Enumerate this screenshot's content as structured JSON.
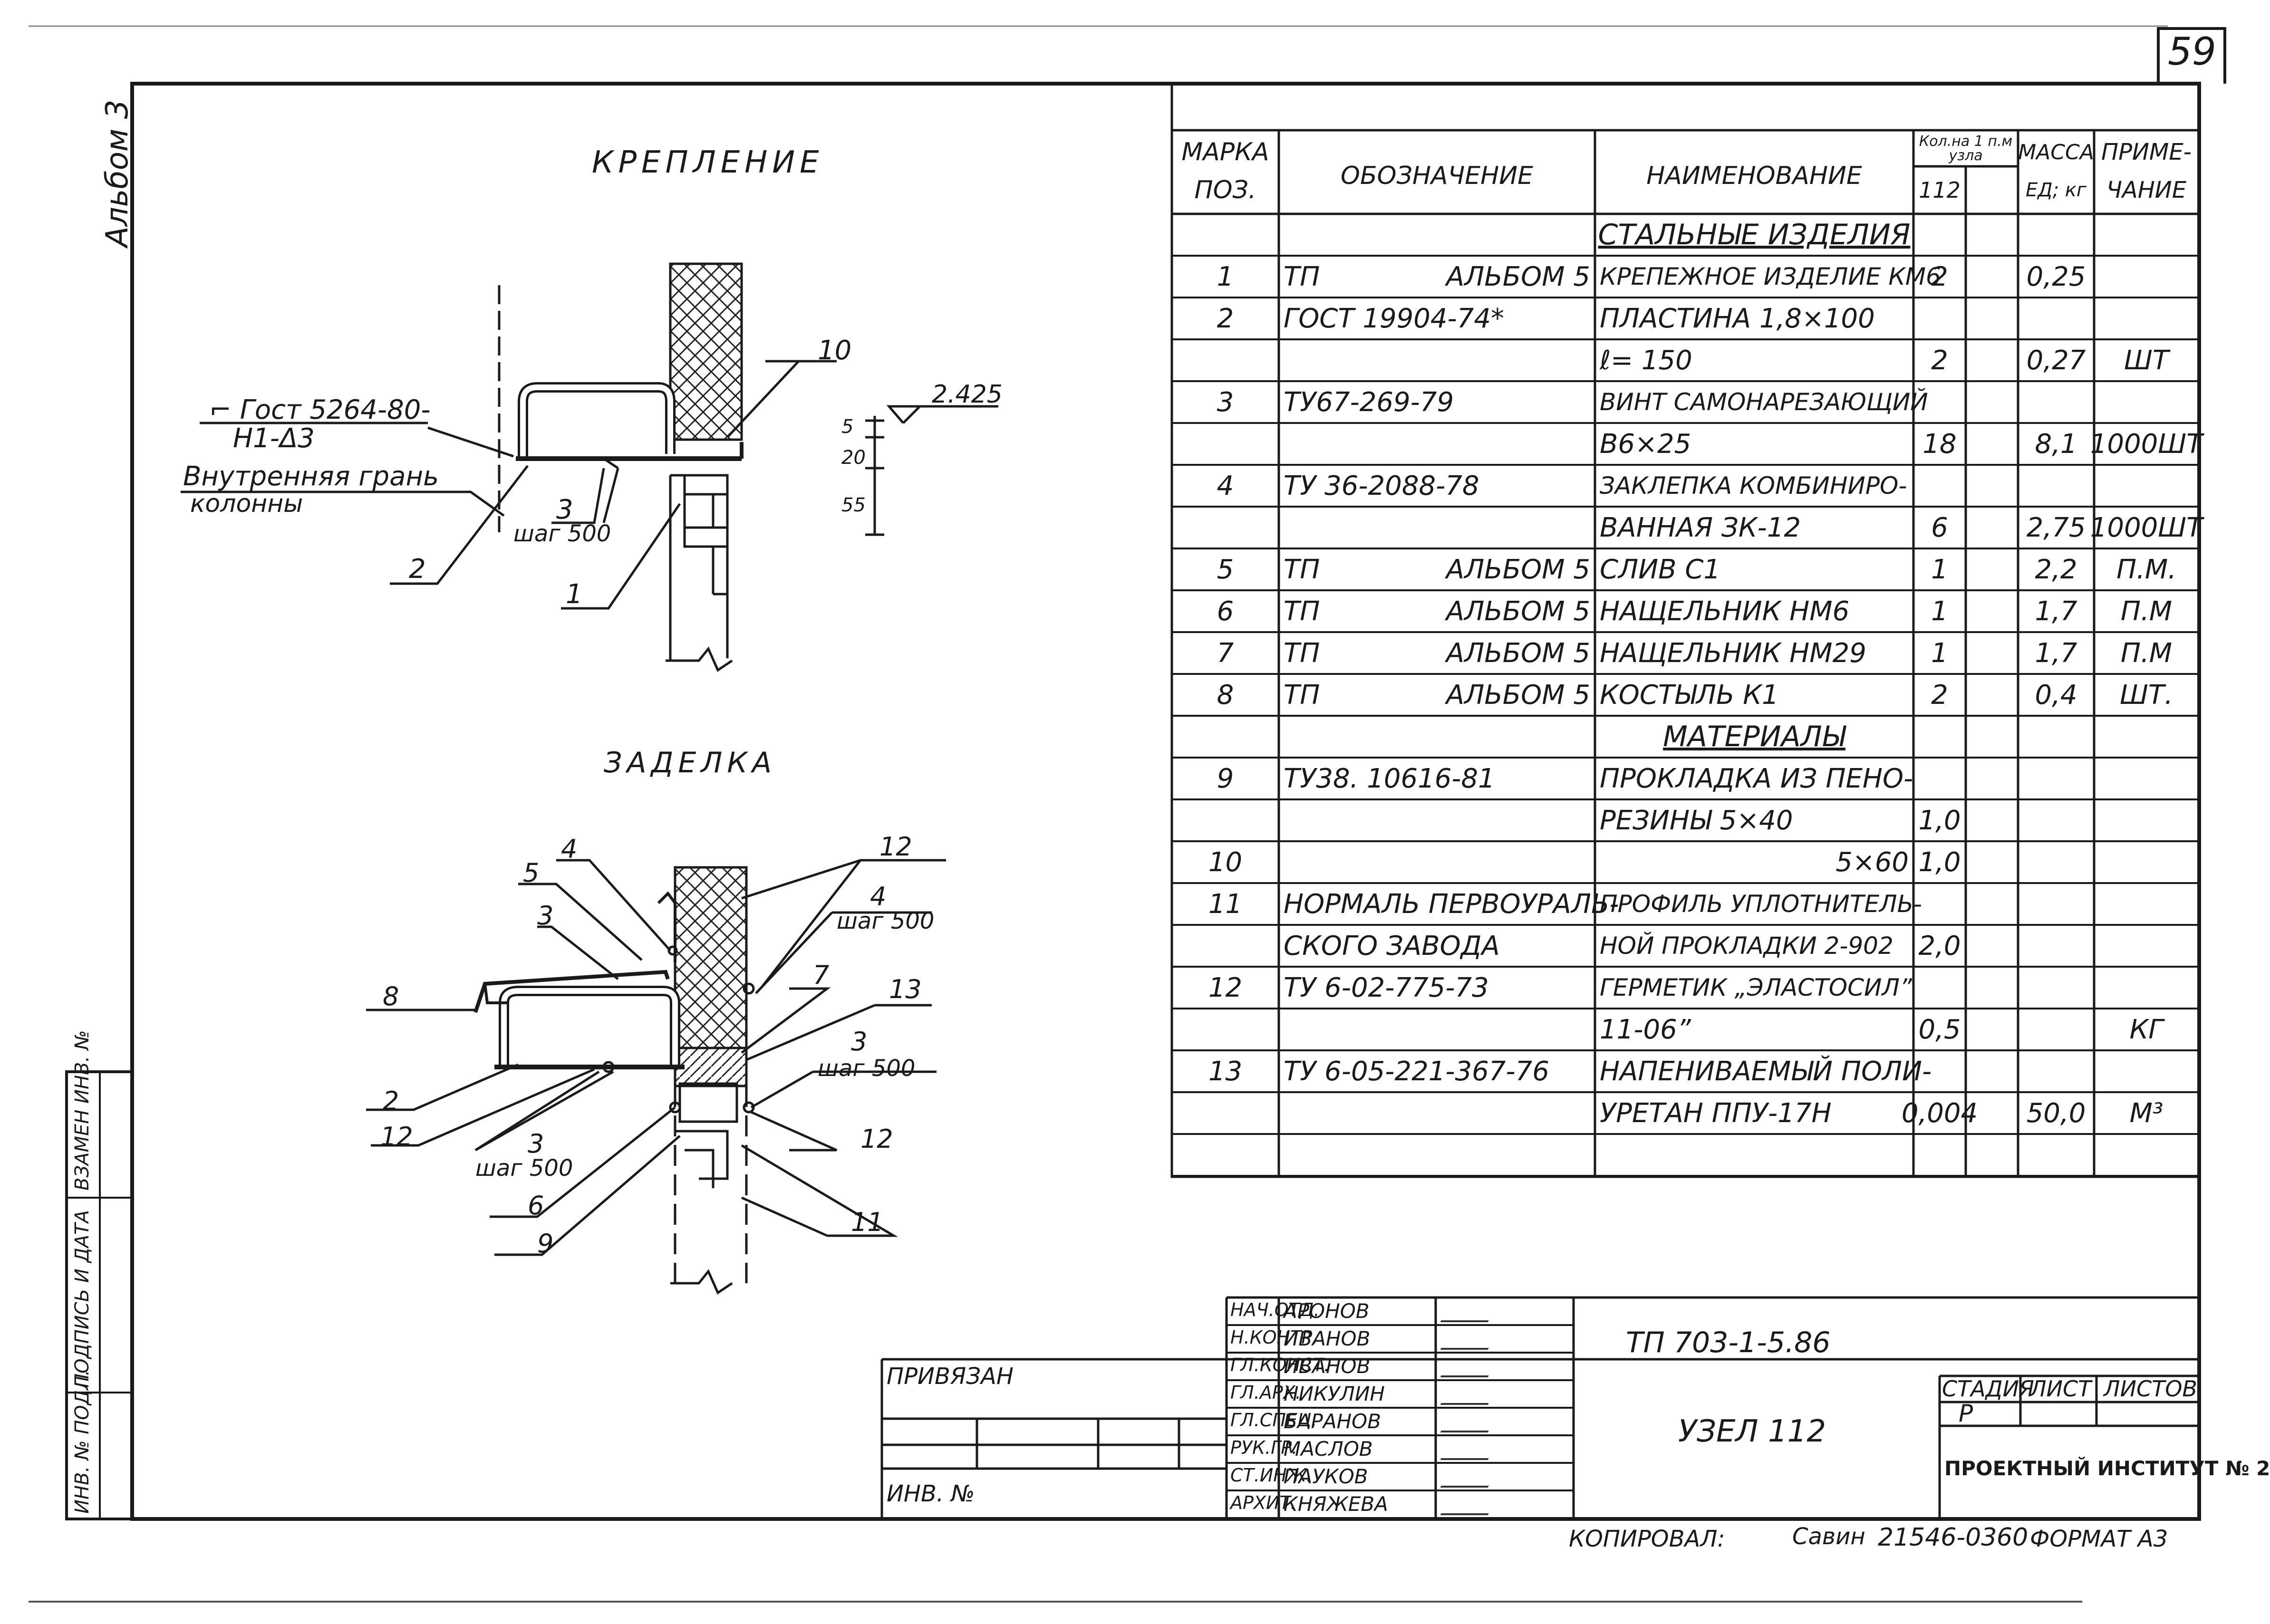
{
  "sheet": {
    "number": "59",
    "album_label": "Альбом 3",
    "copied": "КОПИРОВАЛ:",
    "copied_sign": "Савин",
    "copy_no": "21546-03",
    "copy_no2": "60",
    "format": "ФОРМАТ А3"
  },
  "drawing1": {
    "title": "КРЕПЛЕНИЕ",
    "gost_line1": "⌐ Гост 5264-80-",
    "gost_line2": "Н1-Δ3",
    "edge_line1": "Внутренняя грань",
    "edge_line2": "колонны",
    "step": "шаг 500",
    "labels": [
      "10",
      "3",
      "2",
      "1"
    ],
    "elev": "2.425",
    "dims": [
      "5",
      "20",
      "55"
    ]
  },
  "drawing2": {
    "title": "ЗАДЕЛКА",
    "labels_left": [
      "4",
      "5",
      "3",
      "8",
      "2",
      "12",
      "3",
      "6",
      "9"
    ],
    "labels_right": [
      "12",
      "4",
      "7",
      "13",
      "3",
      "12",
      "11"
    ],
    "step": "шаг 500"
  },
  "table": {
    "headers": {
      "mark": "МАРКА",
      "pos": "ПОЗ.",
      "designation": "ОБОЗНАЧЕНИЕ",
      "name": "НАИМЕНОВАНИЕ",
      "qty_top": "Кол.на 1 п.м узла",
      "qty_sub": "112",
      "mass": "МАССА",
      "mass_unit": "ЕД; кг",
      "note": "ПРИМЕ-",
      "note2": "ЧАНИЕ"
    },
    "rows": [
      {
        "pos": "",
        "des": "",
        "alb": "",
        "name": "СТАЛЬНЫЕ ИЗДЕЛИЯ",
        "qty": "",
        "mass": "",
        "note": "",
        "section": true
      },
      {
        "pos": "1",
        "des": "ТП",
        "alb": "АЛЬБОМ 5",
        "name": "КРЕПЕЖНОЕ ИЗДЕЛИЕ КМ6",
        "qty": "2",
        "mass": "0,25",
        "note": ""
      },
      {
        "pos": "2",
        "des": "ГОСТ 19904-74*",
        "alb": "",
        "name": "ПЛАСТИНА 1,8×100",
        "qty": "",
        "mass": "",
        "note": ""
      },
      {
        "pos": "",
        "des": "",
        "alb": "",
        "name": "ℓ= 150",
        "qty": "2",
        "mass": "0,27",
        "note": "ШТ"
      },
      {
        "pos": "3",
        "des": "ТУ67-269-79",
        "alb": "",
        "name": "ВИНТ САМОНАРЕЗАЮЩИЙ",
        "qty": "",
        "mass": "",
        "note": ""
      },
      {
        "pos": "",
        "des": "",
        "alb": "",
        "name": "В6×25",
        "qty": "18",
        "mass": "8,1",
        "note": "1000ШТ"
      },
      {
        "pos": "4",
        "des": "ТУ 36-2088-78",
        "alb": "",
        "name": "ЗАКЛЕПКА КОМБИНИРО-",
        "qty": "",
        "mass": "",
        "note": ""
      },
      {
        "pos": "",
        "des": "",
        "alb": "",
        "name": "ВАННАЯ ЗК-12",
        "qty": "6",
        "mass": "2,75",
        "note": "1000ШТ"
      },
      {
        "pos": "5",
        "des": "ТП",
        "alb": "АЛЬБОМ 5",
        "name": "СЛИВ С1",
        "qty": "1",
        "mass": "2,2",
        "note": "П.М."
      },
      {
        "pos": "6",
        "des": "ТП",
        "alb": "АЛЬБОМ 5",
        "name": "НАЩЕЛЬНИК НМ6",
        "qty": "1",
        "mass": "1,7",
        "note": "П.М"
      },
      {
        "pos": "7",
        "des": "ТП",
        "alb": "АЛЬБОМ 5",
        "name": "НАЩЕЛЬНИК НМ29",
        "qty": "1",
        "mass": "1,7",
        "note": "П.М"
      },
      {
        "pos": "8",
        "des": "ТП",
        "alb": "АЛЬБОМ 5",
        "name": "КОСТЫЛЬ К1",
        "qty": "2",
        "mass": "0,4",
        "note": "ШТ."
      },
      {
        "pos": "",
        "des": "",
        "alb": "",
        "name": "МАТЕРИАЛЫ",
        "qty": "",
        "mass": "",
        "note": "",
        "section": true
      },
      {
        "pos": "9",
        "des": "ТУ38. 10616-81",
        "alb": "",
        "name": "ПРОКЛАДКА ИЗ ПЕНО-",
        "qty": "",
        "mass": "",
        "note": ""
      },
      {
        "pos": "",
        "des": "",
        "alb": "",
        "name": "РЕЗИНЫ 5×40",
        "qty": "1,0",
        "mass": "",
        "note": ""
      },
      {
        "pos": "10",
        "des": "",
        "alb": "",
        "name": "5×60",
        "qty": "1,0",
        "mass": "",
        "note": "",
        "indent": true
      },
      {
        "pos": "11",
        "des": "НОРМАЛЬ ПЕРВОУРАЛЬ-",
        "alb": "",
        "name": "ПРОФИЛЬ УПЛОТНИТЕЛЬ-",
        "qty": "",
        "mass": "",
        "note": ""
      },
      {
        "pos": "",
        "des": "СКОГО ЗАВОДА",
        "alb": "",
        "name": "НОЙ ПРОКЛАДКИ 2-902",
        "qty": "2,0",
        "mass": "",
        "note": ""
      },
      {
        "pos": "12",
        "des": "ТУ 6-02-775-73",
        "alb": "",
        "name": "ГЕРМЕТИК „ЭЛАСТОСИЛ”",
        "qty": "",
        "mass": "",
        "note": ""
      },
      {
        "pos": "",
        "des": "",
        "alb": "",
        "name": "11-06”",
        "qty": "0,5",
        "mass": "",
        "note": "КГ"
      },
      {
        "pos": "13",
        "des": "ТУ 6-05-221-367-76",
        "alb": "",
        "name": "НАПЕНИВАЕМЫЙ ПОЛИ-",
        "qty": "",
        "mass": "",
        "note": ""
      },
      {
        "pos": "",
        "des": "",
        "alb": "",
        "name": "УРЕТАН ППУ-17Н",
        "qty": "0,004",
        "mass": "50,0",
        "note": "М³"
      },
      {
        "pos": "",
        "des": "",
        "alb": "",
        "name": "",
        "qty": "",
        "mass": "",
        "note": ""
      }
    ]
  },
  "side_stamp": [
    "ИНВ. № ПОДЛ.",
    "ПОДПИСЬ И ДАТА",
    "ВЗАМЕН ИНВ. №"
  ],
  "title_block": {
    "bound": "ПРИВЯЗАН",
    "inv": "ИНВ. №",
    "roles": [
      "НАЧ.ОТД.",
      "Н.КОНТР.",
      "ГЛ.КОНСТ.",
      "ГЛ.АРХ.",
      "ГЛ.СПЕЦ.",
      "РУК.ГР.",
      "СТ.ИНЖ.",
      "АРХИТ."
    ],
    "names": [
      "АРОНОВ",
      "ИВАНОВ",
      "ИВАНОВ",
      "НИКУЛИН",
      "БАРАНОВ",
      "МАСЛОВ",
      "ПАУКОВ",
      "КНЯЖЕВА"
    ],
    "code": "ТП 703-1-5.86",
    "node": "УЗЕЛ 112",
    "stage_h": "СТАДИЯ",
    "sheet_h": "ЛИСТ",
    "sheets_h": "ЛИСТОВ",
    "stage": "Р",
    "institute": "ПРОЕКТНЫЙ ИНСТИТУТ № 2"
  }
}
